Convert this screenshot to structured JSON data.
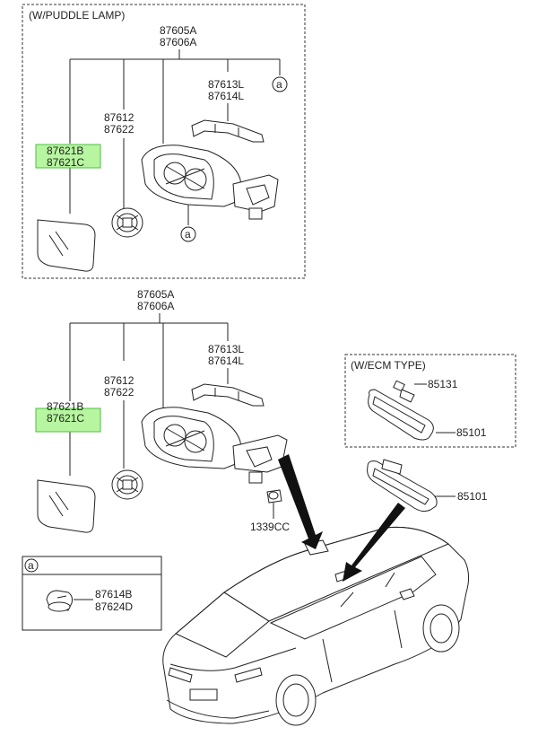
{
  "sections": {
    "puddle_title": "(W/PUDDLE LAMP)",
    "ecm_title": "(W/ECM TYPE)"
  },
  "callout": "a",
  "top": {
    "assy": [
      "87605A",
      "87606A"
    ],
    "cover": [
      "87613L",
      "87614L"
    ],
    "actuator": [
      "87612",
      "87622"
    ],
    "glass": [
      "87621B",
      "87621C"
    ]
  },
  "mid": {
    "assy": [
      "87605A",
      "87606A"
    ],
    "cover": [
      "87613L",
      "87614L"
    ],
    "actuator": [
      "87612",
      "87622"
    ],
    "glass": [
      "87621B",
      "87621C"
    ],
    "grommet": "1339CC"
  },
  "ecm": {
    "sub": "85131",
    "mirror": "85101"
  },
  "inside_mirror": "85101",
  "lamp_box": [
    "87614B",
    "87624D"
  ],
  "highlight_color": "#b7f5a0"
}
